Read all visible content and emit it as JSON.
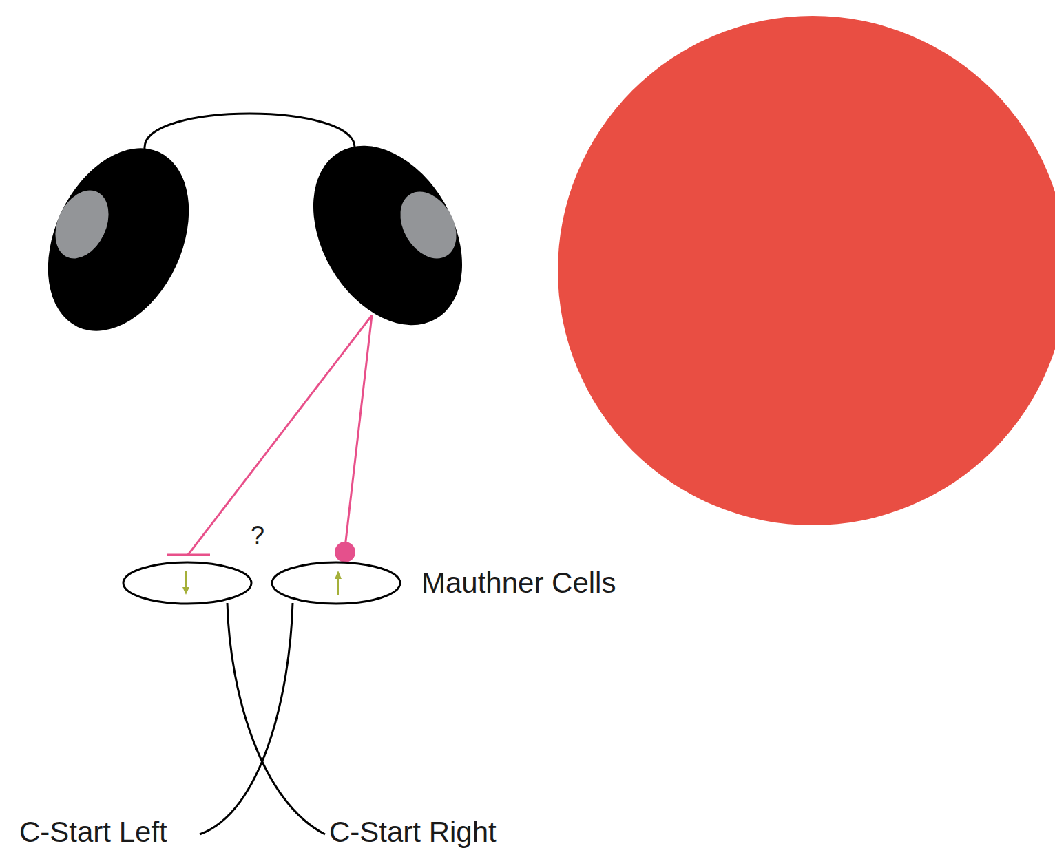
{
  "diagram": {
    "labels": [
      "?",
      "Mauthner Cells",
      "C-Start Left",
      "C-Start Right"
    ]
  }
}
